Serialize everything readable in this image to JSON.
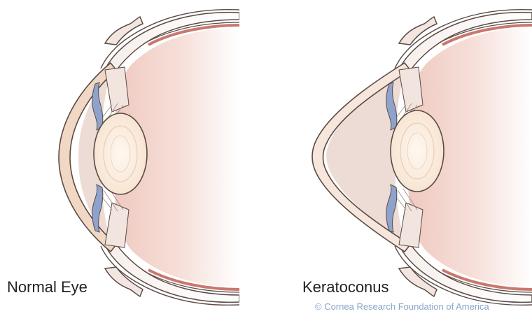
{
  "panels": [
    {
      "id": "normal",
      "label": "Normal Eye"
    },
    {
      "id": "keratoconus",
      "label": "Keratoconus"
    }
  ],
  "credit": "© Cornea Research Foundation of America",
  "colors": {
    "background": "#ffffff",
    "outline": "#5a4a44",
    "sclera": "#f6efec",
    "choroid": "#c9786e",
    "vitreous": "#f5dcd6",
    "anterior_chamber": "#eddcd6",
    "cornea_normal": "#f0d8c4",
    "lens": "#fbeee0",
    "iris": "#8ea3cc",
    "ciliary": "#f2e4de",
    "credit_text": "#8aa4c8",
    "caption_text": "#222222"
  }
}
